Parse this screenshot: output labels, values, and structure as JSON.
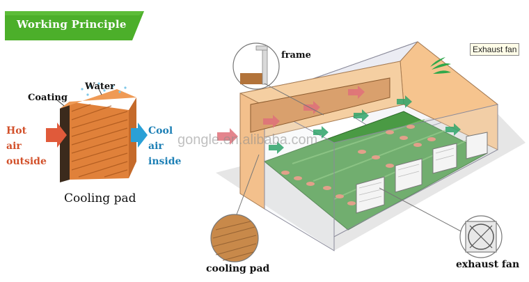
{
  "banner": {
    "title": "Working Principle"
  },
  "pad_diagram": {
    "coating_label": "Coating",
    "water_label": "Water",
    "hot_air_label": "Hot air outside",
    "cool_air_label": "Cool air inside",
    "caption": "Cooling pad"
  },
  "house_diagram": {
    "frame_label": "frame",
    "exhaust_fan_tag": "Exhaust fan",
    "cooling_pad_label": "cooling pad",
    "exhaust_fan_label": "exhaust fan",
    "watermark": "gongle.en.alibaba.com"
  },
  "colors": {
    "banner_green": "#4caf2a",
    "hot_air": "#d2502a",
    "cool_air": "#1c7fb5",
    "pad_orange": "#e58a3c",
    "house_wall": "#f4c99a",
    "floor_green": "#3f8f3a"
  }
}
